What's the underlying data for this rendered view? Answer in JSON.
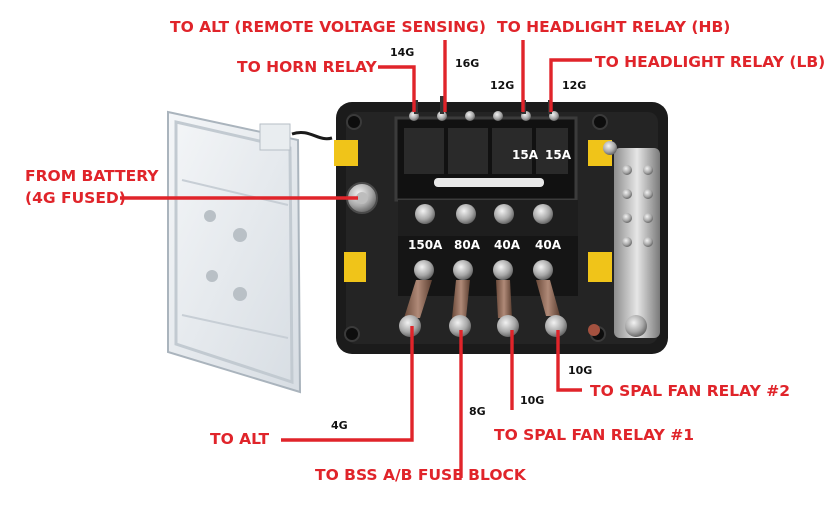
{
  "labels": {
    "alt_sensing": "TO ALT (REMOTE VOLTAGE SENSING)",
    "headlight_hb": "TO HEADLIGHT RELAY (HB)",
    "horn": "TO HORN RELAY",
    "headlight_lb": "TO HEADLIGHT RELAY (LB)",
    "battery_line1": "FROM BATTERY",
    "battery_line2": "(4G FUSED)",
    "alt": "TO ALT",
    "bss": "TO BSS A/B FUSE BLOCK",
    "spal1": "TO SPAL FAN RELAY #1",
    "spal2": "TO SPAL FAN RELAY #2"
  },
  "gauges": {
    "horn": "14G",
    "alt_sensing": "16G",
    "hb": "12G",
    "lb": "12G",
    "alt": "4G",
    "bss": "8G",
    "spal1": "10G",
    "spal2": "10G"
  },
  "fuse_ratings": {
    "small_left": "15A",
    "small_right": "15A",
    "big": [
      "150A",
      "80A",
      "40A",
      "40A"
    ]
  },
  "colors": {
    "label": "#e0242a",
    "leader": "#e0242a",
    "block": "#1b1b1b",
    "cover_latch": "#f0c419"
  }
}
